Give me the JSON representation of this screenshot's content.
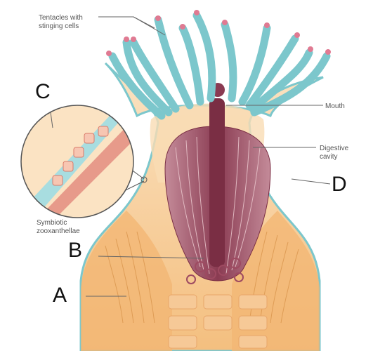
{
  "labels": {
    "tentacles_line1": "Tentacles with",
    "tentacles_line2": "stinging cells",
    "mouth": "Mouth",
    "digestive_line1": "Digestive",
    "digestive_line2": "cavity",
    "symbiotic_line1": "Symbiotic",
    "symbiotic_line2": "zooxanthellae"
  },
  "letters": {
    "a": "A",
    "b": "B",
    "c": "C",
    "d": "D"
  },
  "colors": {
    "tentacle": "#7cc7cc",
    "tentacle_tip": "#e07a92",
    "body": "#f7c98e",
    "body_inner": "#f9dcb4",
    "cavity": "#9a5062",
    "base": "#f2b774"
  }
}
